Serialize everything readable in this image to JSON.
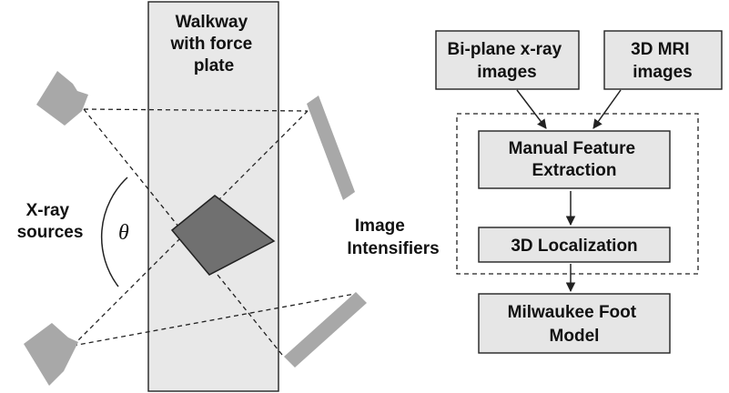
{
  "walkway": {
    "label_lines": [
      "Walkway",
      "with force",
      "plate"
    ]
  },
  "xray": {
    "label_lines": [
      "X-ray",
      "sources"
    ],
    "angle_symbol": "θ"
  },
  "intensifiers": {
    "label_lines": [
      "Image",
      "Intensifiers"
    ]
  },
  "flow": {
    "biplane": {
      "lines": [
        "Bi-plane x-ray",
        "images"
      ]
    },
    "mri": {
      "lines": [
        "3D MRI",
        "images"
      ]
    },
    "feature": {
      "lines": [
        "Manual Feature",
        "Extraction"
      ]
    },
    "localization": {
      "lines": [
        "3D Localization"
      ]
    },
    "model": {
      "lines": [
        "Milwaukee Foot",
        "Model"
      ]
    }
  },
  "colors": {
    "walkway_fill": "#e8e8e8",
    "device_fill": "#a8a8a8",
    "foot_fill": "#707070",
    "box_fill": "#e6e6e6",
    "line": "#222222"
  }
}
